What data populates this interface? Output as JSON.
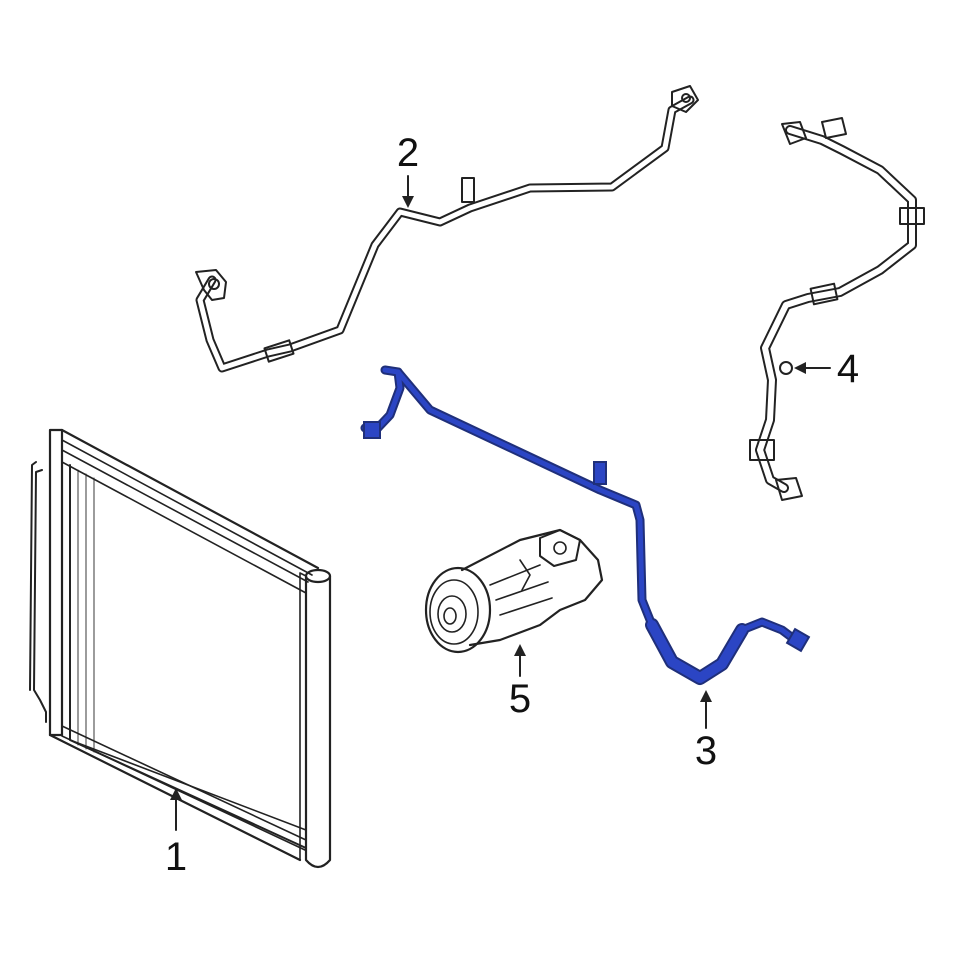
{
  "diagram": {
    "colors": {
      "line": "#222222",
      "highlight_stroke": "#1f2f7a",
      "highlight_fill": "#2b45c4",
      "background": "#ffffff"
    },
    "callouts": [
      {
        "id": "1",
        "label": "1"
      },
      {
        "id": "2",
        "label": "2"
      },
      {
        "id": "3",
        "label": "3"
      },
      {
        "id": "4",
        "label": "4"
      },
      {
        "id": "5",
        "label": "5"
      }
    ]
  }
}
